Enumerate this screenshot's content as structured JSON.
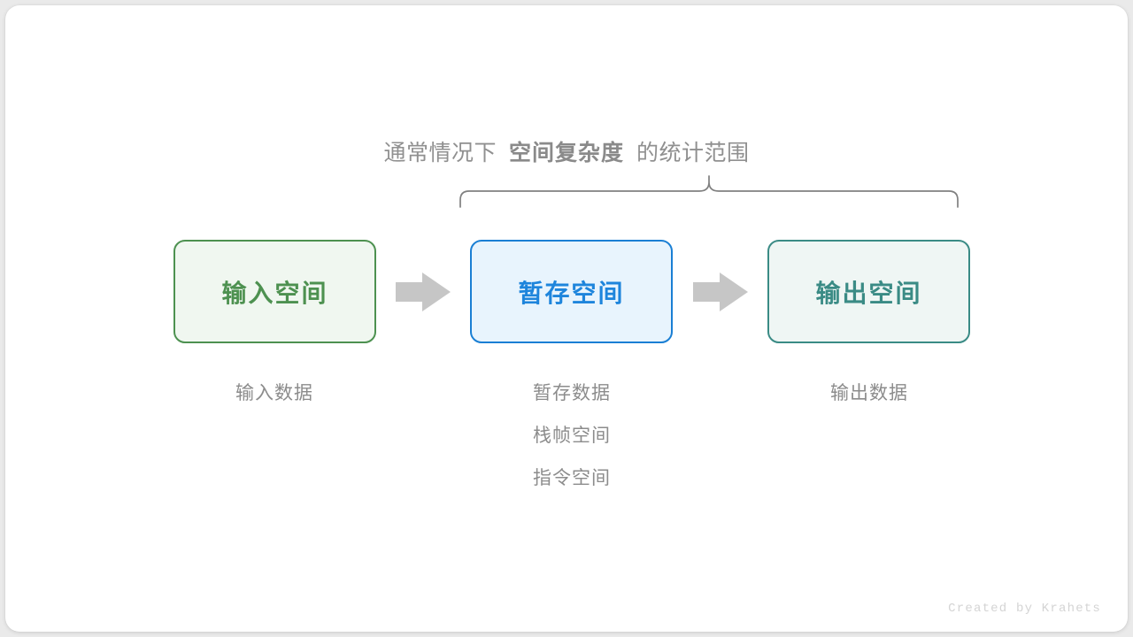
{
  "heading": {
    "prefix": "通常情况下",
    "emphasis": "空间复杂度",
    "suffix": "的统计范围"
  },
  "boxes": [
    {
      "id": "input",
      "label": "输入空间",
      "border_color": "#4d9150",
      "fill_color": "#f0f7f0",
      "text_color": "#4d9150"
    },
    {
      "id": "temp",
      "label": "暂存空间",
      "border_color": "#1a7fd4",
      "fill_color": "#e8f4fd",
      "text_color": "#1e85dc"
    },
    {
      "id": "output",
      "label": "输出空间",
      "border_color": "#3a8b85",
      "fill_color": "#eff6f4",
      "text_color": "#3a8b85"
    }
  ],
  "arrows": [
    {
      "id": "arrow-1",
      "name": "arrow-input-to-temp"
    },
    {
      "id": "arrow-2",
      "name": "arrow-temp-to-output"
    }
  ],
  "captions": {
    "input": {
      "line1": "输入数据"
    },
    "temp": {
      "line1": "暂存数据",
      "line2": "栈帧空间",
      "line3": "指令空间"
    },
    "output": {
      "line1": "输出数据"
    }
  },
  "brace": {
    "color": "#808080",
    "spans_boxes": [
      "暂存空间",
      "输出空间"
    ]
  },
  "watermark": {
    "text": "Created by Krahets"
  },
  "colors": {
    "background": "#eaeaea",
    "card": "#ffffff",
    "arrow": "#c6c6c6",
    "caption_text": "#8c8c8c",
    "heading_text": "#909090"
  }
}
